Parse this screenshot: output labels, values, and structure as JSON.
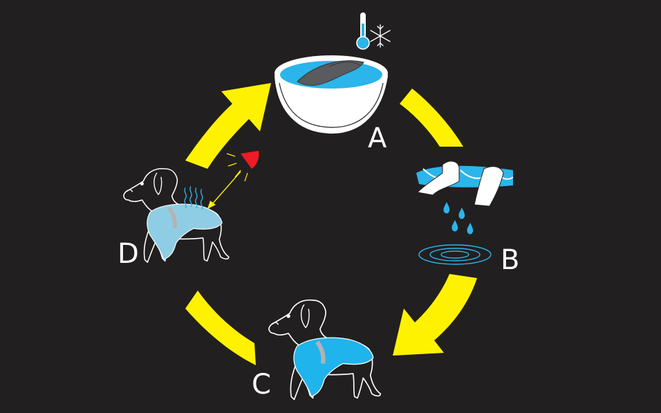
{
  "steps": [
    {
      "id": "A",
      "label": "A",
      "icons": [
        "bowl-of-cold-water-icon",
        "thermometer-icon",
        "snowflake-icon"
      ]
    },
    {
      "id": "B",
      "label": "B",
      "icons": [
        "wringing-hands-icon",
        "water-drops-icon",
        "ripples-icon"
      ]
    },
    {
      "id": "C",
      "label": "C",
      "icons": [
        "dog-wearing-wet-vest-icon"
      ]
    },
    {
      "id": "D",
      "label": "D",
      "icons": [
        "dog-evaporation-icon",
        "sun-icon"
      ]
    }
  ],
  "colors": {
    "background": "#221f20",
    "arrow": "#fff200",
    "water": "#2bb5ea",
    "water_light": "#7fd3f0",
    "vest_wet": "#20b4ec",
    "vest_dry": "#8fcde4",
    "vest_trim": "#b3b3b3",
    "sun": "#ed1c24",
    "line": "#ffffff"
  }
}
